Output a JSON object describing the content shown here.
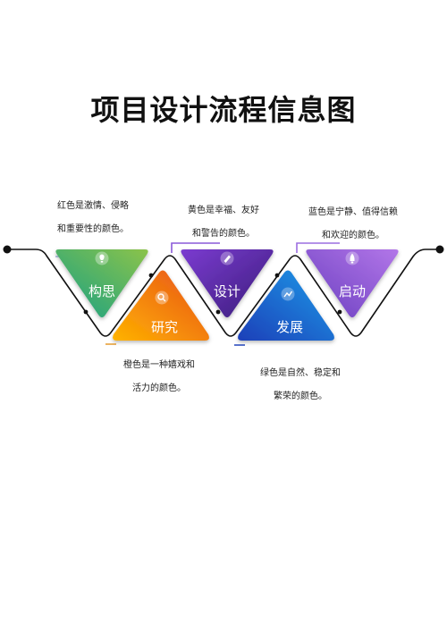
{
  "title": "项目设计流程信息图",
  "steps": [
    {
      "label": "构思",
      "icon": "idea-icon",
      "gradient": [
        "#16a085",
        "#8bc34a"
      ],
      "caption_lines": [
        "红色是激情、侵略",
        "和重要性的颜色。"
      ]
    },
    {
      "label": "研究",
      "icon": "research-icon",
      "gradient": [
        "#ffb300",
        "#e8501a"
      ],
      "caption_lines": [
        "橙色是一种嬉戏和",
        "活力的颜色。"
      ]
    },
    {
      "label": "设计",
      "icon": "design-icon",
      "gradient": [
        "#7b3bd0",
        "#3a1d7a"
      ],
      "caption_lines": [
        "黄色是幸福、友好",
        "和警告的颜色。"
      ]
    },
    {
      "label": "发展",
      "icon": "develop-icon",
      "gradient": [
        "#1f3fb8",
        "#1e9be8"
      ],
      "caption_lines": [
        "绿色是自然、稳定和",
        "繁荣的颜色。"
      ]
    },
    {
      "label": "启动",
      "icon": "launch-icon",
      "gradient": [
        "#6a3fc0",
        "#b276e8"
      ],
      "caption_lines": [
        "蓝色是宁静、值得信赖",
        "和欢迎的颜色。"
      ]
    }
  ]
}
